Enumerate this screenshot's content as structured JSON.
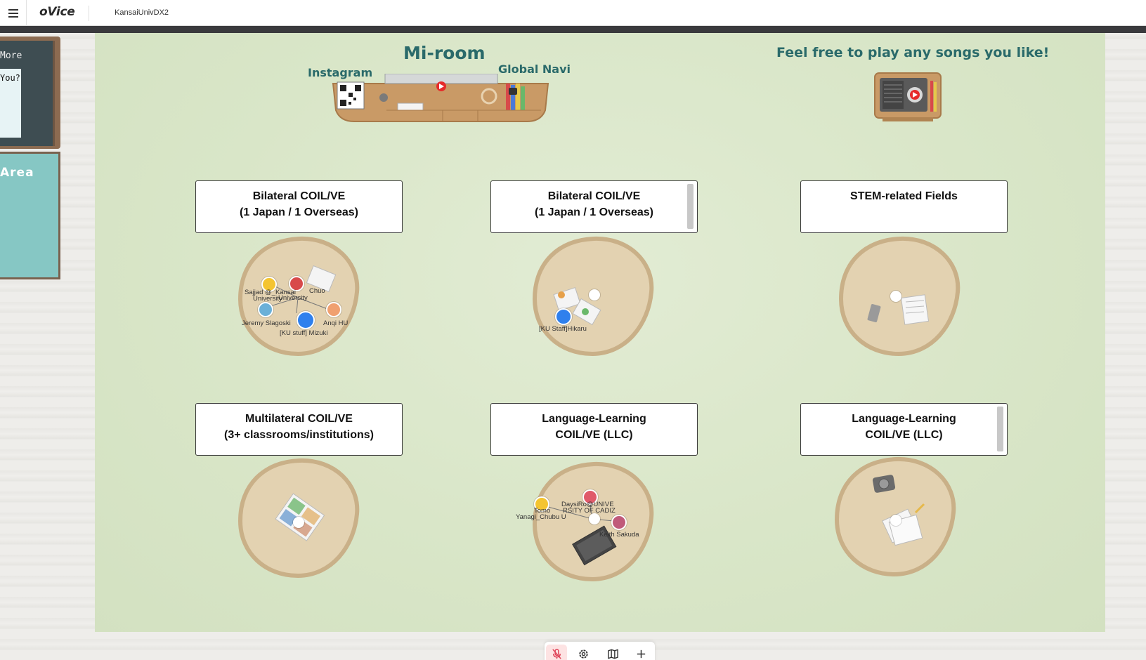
{
  "app": {
    "brand": "oVice",
    "space_name": "KansaiUnivDX2"
  },
  "left_panel": {
    "board_text": "More",
    "note_text": "You?",
    "area_text": "Area"
  },
  "header": {
    "mi_room": "Mi-room",
    "instagram": "Instagram",
    "global_navi": "Global Navi",
    "music": "Feel free to play any songs you like!"
  },
  "tables": [
    {
      "line1": "Bilateral COIL/VE",
      "line2": "(1 Japan / 1 Overseas)"
    },
    {
      "line1": "Bilateral COIL/VE",
      "line2": "(1 Japan / 1 Overseas)"
    },
    {
      "line1": "STEM-related Fields",
      "line2": ""
    },
    {
      "line1": "Multilateral COIL/VE",
      "line2": "(3+ classrooms/institutions)"
    },
    {
      "line1": "Language-Learning",
      "line2": "COIL/VE (LLC)"
    },
    {
      "line1": "Language-Learning",
      "line2": "COIL/VE (LLC)"
    }
  ],
  "avatars": {
    "t1_sajjad": "Sajjad @_Kansai",
    "t1_university": "University",
    "t1_chuo": "Chuo",
    "t1_university2": "University",
    "t1_jeremy": "Jeremy Slagoski",
    "t1_anqi": "Anqi HU",
    "t1_mizuki": "[KU stuff] Mizuki",
    "t2_hikaru": "[KU Staff]Hikaru",
    "t5_tomo": "Tomo",
    "t5_yanagi": "Yanagi_Chubu U",
    "t5_daysi": "DaysiRo@UNIVE",
    "t5_cadiz": "RSITY OF CADIZ",
    "t5_keith": "Keith Sakuda"
  },
  "colors": {
    "header_text": "#2a6a6a",
    "room_bg": "#d9e6c8",
    "table_sand": "#e3d2b1",
    "table_rim": "#c9b088",
    "mic_muted": "#e0455a"
  },
  "toolbar": {
    "mic_icon": "mic-off-icon",
    "settings_icon": "gear-icon",
    "map_icon": "map-icon",
    "add_icon": "plus-icon"
  }
}
